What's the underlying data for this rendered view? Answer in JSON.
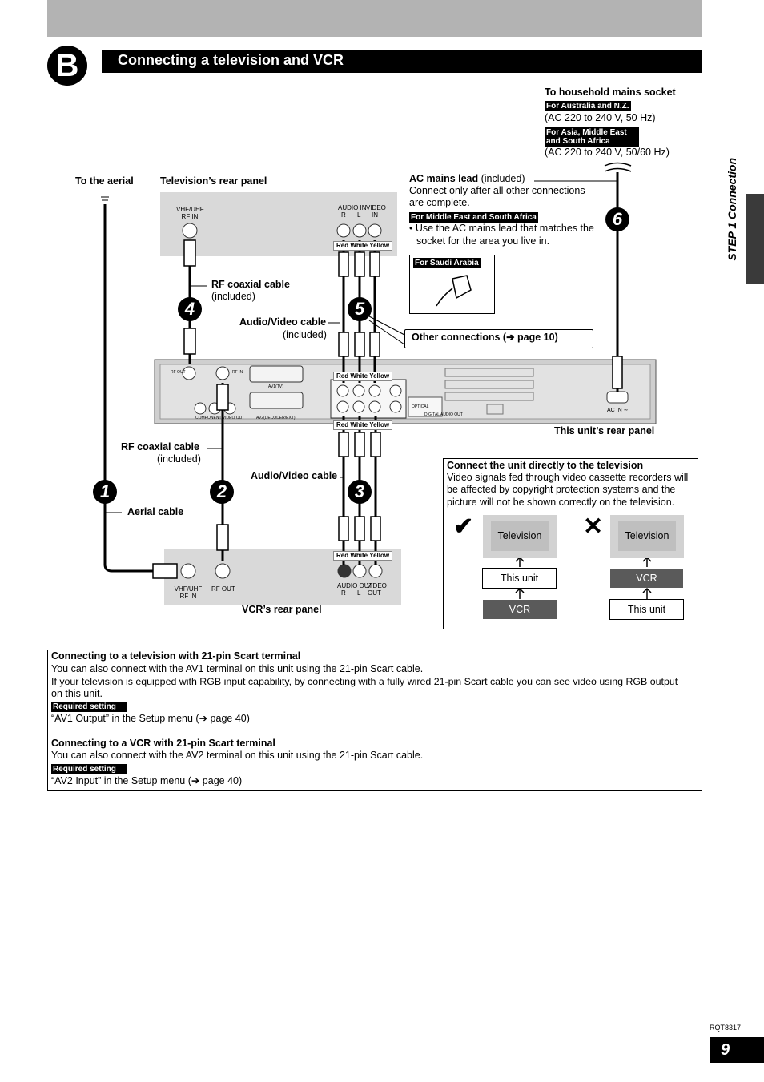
{
  "section_badge": "B",
  "title": "Connecting a television and VCR",
  "side_label": "STEP 1 Connection",
  "page_number": "9",
  "doc_code": "RQT8317",
  "mains": {
    "heading": "To household mains socket",
    "region1_tag": "For Australia and N.Z.",
    "region1_spec": "(AC 220 to 240 V, 50 Hz)",
    "region2_tag_line1": "For Asia, Middle East",
    "region2_tag_line2": "and South Africa",
    "region2_spec": "(AC 220 to 240 V, 50/60 Hz)"
  },
  "ac_lead": {
    "label_bold": "AC mains lead",
    "label_rest": " (included)",
    "note_line1": "Connect only after all other connections",
    "note_line2": "are complete.",
    "region_tag": "For Middle East and South Africa",
    "bullet_line1": "• Use the AC mains lead that matches the",
    "bullet_line2": "socket for the area you live in.",
    "saudi_tag": "For Saudi Arabia"
  },
  "labels": {
    "to_aerial": "To the aerial",
    "tv_rear_panel": "Television’s rear panel",
    "rf_cable_top": "RF coaxial cable",
    "rf_cable_top_sub": "(included)",
    "av_cable_top": "Audio/Video cable",
    "av_cable_top_sub": "(included)",
    "other_connections": "Other connections (➔ page 10)",
    "unit_rear_panel": "This unit’s rear panel",
    "rf_cable_bottom": "RF coaxial cable",
    "rf_cable_bottom_sub": "(included)",
    "av_cable_bottom": "Audio/Video cable",
    "aerial_cable": "Aerial cable",
    "vcr_rear_panel": "VCR’s rear panel",
    "red_white_yellow": "Red White Yellow"
  },
  "tv_panel": {
    "vhf": "VHF/UHF",
    "rf_in": "RF IN",
    "audio_in": "AUDIO IN",
    "video_top": "VIDEO",
    "r": "R",
    "l": "L",
    "in": "IN"
  },
  "vcr_panel": {
    "vhf": "VHF/UHF",
    "rf_in": "RF IN",
    "rf_out": "RF OUT",
    "audio_out": "AUDIO OUT",
    "video_top": "VIDEO",
    "r": "R",
    "l": "L",
    "out": "OUT"
  },
  "unit_panel": {
    "rf_out": "RF OUT",
    "rf_in": "RF IN",
    "av1": "AV1(TV)",
    "av2": "AV2(DECODER/EXT)",
    "component": "COMPONENT VIDEO OUT",
    "ac_in": "AC IN ∼",
    "optical": "OPTICAL",
    "digital": "DIGITAL AUDIO OUT"
  },
  "steps": [
    "1",
    "2",
    "3",
    "4",
    "5",
    "6"
  ],
  "direct_box": {
    "heading": "Connect the unit directly to the television",
    "line1": "Video signals fed through video cassette recorders will",
    "line2": "be affected by copyright protection systems and the",
    "line3": "picture will not be shown correctly on the television.",
    "ok_mark": "✔",
    "ng_mark": "✕",
    "ok_chain": [
      "Television",
      "This unit",
      "VCR"
    ],
    "ng_chain": [
      "Television",
      "VCR",
      "This unit"
    ]
  },
  "notes": {
    "h1": "Connecting to a television with 21-pin Scart terminal",
    "p1": "You can also connect with the AV1 terminal on this unit using the 21-pin Scart cable.",
    "p2a": "If your television is equipped with RGB input capability, by connecting with a fully wired 21-pin Scart cable you can see video using RGB output",
    "p2b": "on this unit.",
    "tag1": "Required setting",
    "s1": "“AV1 Output” in the Setup menu (➔ page 40)",
    "h2": "Connecting to a VCR with 21-pin Scart terminal",
    "p3": "You can also connect with the AV2 terminal on this unit using the 21-pin Scart cable.",
    "tag2": "Required setting",
    "s2": "“AV2 Input” in the Setup menu (➔ page 40)"
  }
}
